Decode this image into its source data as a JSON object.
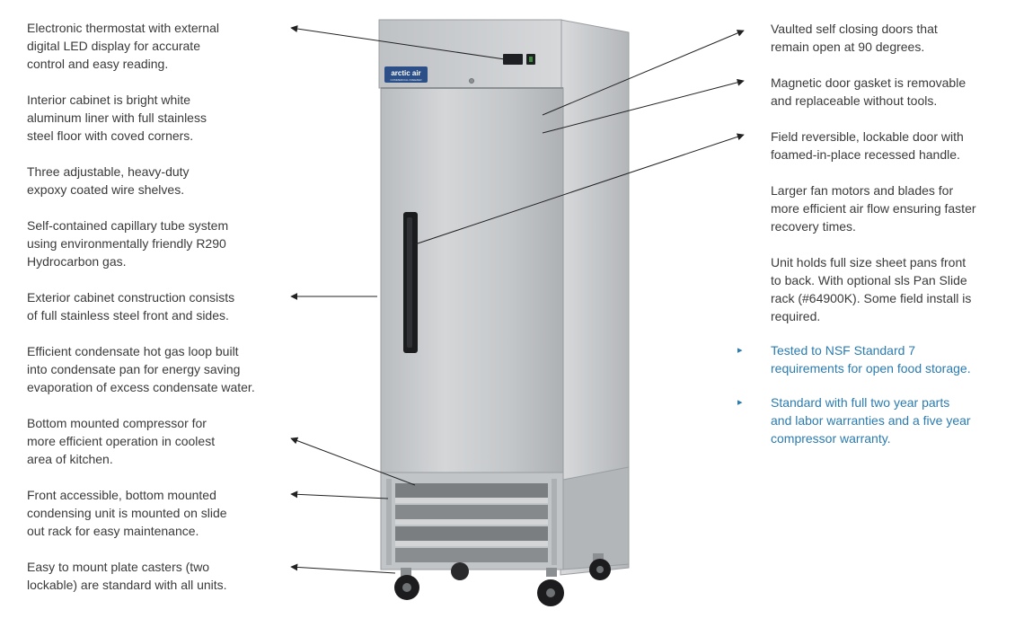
{
  "left_features": [
    {
      "lines": [
        "Electronic thermostat with external",
        "digital LED display for accurate",
        "control and easy reading."
      ]
    },
    {
      "lines": [
        "Interior cabinet is bright white",
        "aluminum liner with full stainless",
        "steel floor with coved corners."
      ]
    },
    {
      "lines": [
        "Three adjustable, heavy-duty",
        "expoxy coated wire shelves."
      ]
    },
    {
      "lines": [
        "Self-contained capillary tube system",
        "using environmentally friendly R290",
        "Hydrocarbon gas."
      ]
    },
    {
      "lines": [
        "Exterior cabinet construction consists",
        "of full stainless steel front and sides."
      ]
    },
    {
      "lines": [
        "Efficient condensate hot gas loop built",
        "into condensate pan for energy saving",
        "evaporation of excess condensate water."
      ]
    },
    {
      "lines": [
        "Bottom mounted compressor for",
        "more efficient operation in coolest",
        "area of kitchen."
      ]
    },
    {
      "lines": [
        "Front accessible, bottom mounted",
        "condensing unit is mounted on slide",
        "out rack for easy maintenance."
      ]
    },
    {
      "lines": [
        "Easy to mount plate casters (two",
        "lockable) are standard with all units."
      ]
    }
  ],
  "right_features": [
    {
      "lines": [
        "Vaulted self closing doors that",
        "remain open at 90 degrees."
      ]
    },
    {
      "lines": [
        "Magnetic door gasket is removable",
        "and replaceable without tools."
      ]
    },
    {
      "lines": [
        "Field reversible, lockable door with",
        "foamed-in-place recessed handle."
      ]
    },
    {
      "lines": [
        "Larger fan motors and blades for",
        "more efficient air flow ensuring faster",
        "recovery times."
      ]
    },
    {
      "lines": [
        "Unit holds full size sheet pans front",
        "to back. With optional sls Pan Slide",
        "rack (#64900K). Some field install is",
        "required."
      ]
    }
  ],
  "highlights": [
    {
      "bullet": "▸",
      "lines": [
        "Tested to NSF Standard 7",
        "requirements for open food storage."
      ]
    },
    {
      "bullet": "▸",
      "lines": [
        "Standard with full two year parts",
        "and labor warranties and a five year",
        "compressor warranty."
      ]
    }
  ],
  "badge": {
    "line1": "arctic air",
    "line2": "COMMERCIAL FREEZER"
  },
  "colors": {
    "text": "#3a3a3a",
    "accent_blue": "#2a7bb0",
    "steel": "#c9cbcd",
    "badge_blue": "#2b4f86"
  }
}
